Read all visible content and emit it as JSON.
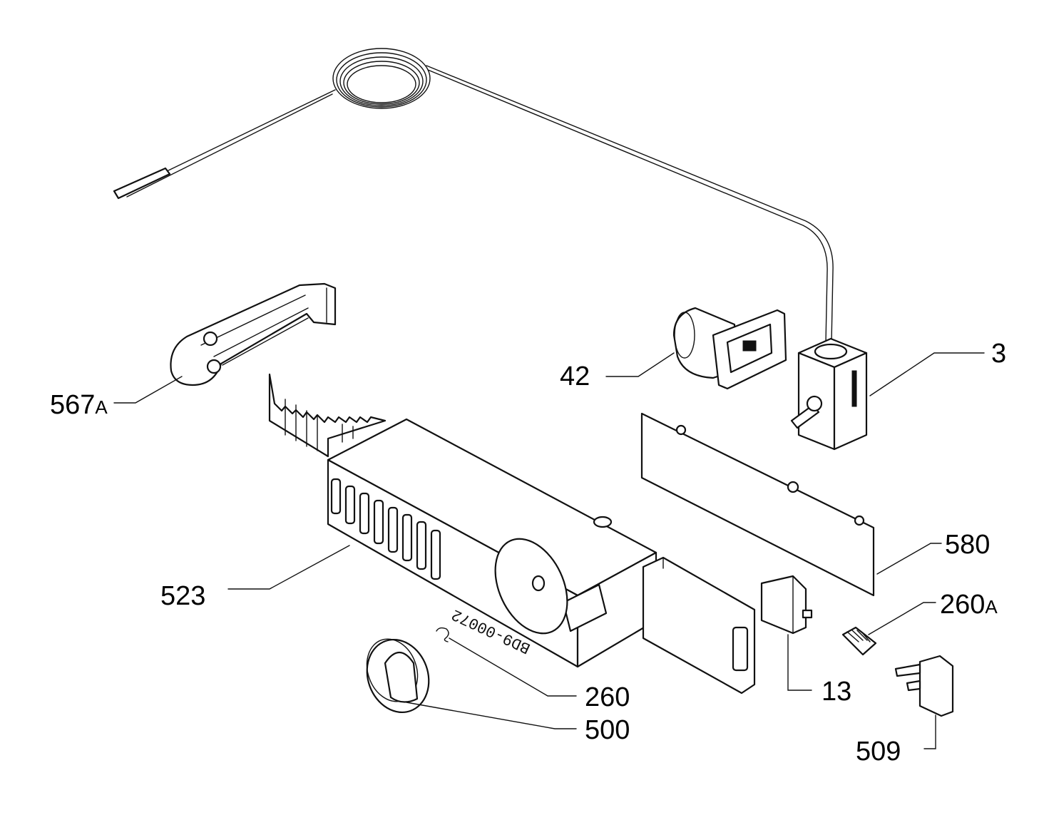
{
  "labels": {
    "p3": "3",
    "p42": "42",
    "p567a_num": "567",
    "p567a_suf": "A",
    "p523": "523",
    "p580": "580",
    "p260a_num": "260",
    "p260a_suf": "A",
    "p13": "13",
    "p260": "260",
    "p500": "500",
    "p509": "509"
  },
  "stamp": "BD9-00072",
  "colors": {
    "ink": "#111111",
    "paper": "#ffffff"
  }
}
